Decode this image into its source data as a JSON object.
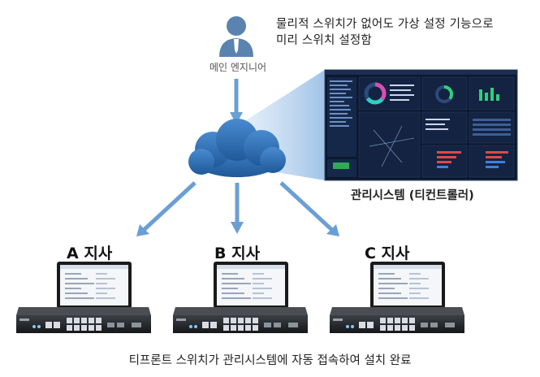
{
  "engineer": {
    "label": "메인 엔지니어",
    "note_line1": "물리적 스위치가 없어도 가상 설정 기능으로",
    "note_line2": "미리 스위치 설정함"
  },
  "management": {
    "label": "관리시스템 (티컨트롤러)"
  },
  "branches": [
    {
      "label": "A 지사"
    },
    {
      "label": "B 지사"
    },
    {
      "label": "C 지사"
    }
  ],
  "caption": "티프론트 스위치가 관리시스템에 자동 접속하여 설치 완료",
  "colors": {
    "arrow": "#6b9fd4",
    "cloud": "#2f6fb3",
    "person": "#5a83b0",
    "beam": "#b9d3ee",
    "dashboard_bg": "#0c1830"
  },
  "icons": [
    "person-icon",
    "cloud-icon",
    "laptop-icon",
    "network-switch-icon"
  ]
}
